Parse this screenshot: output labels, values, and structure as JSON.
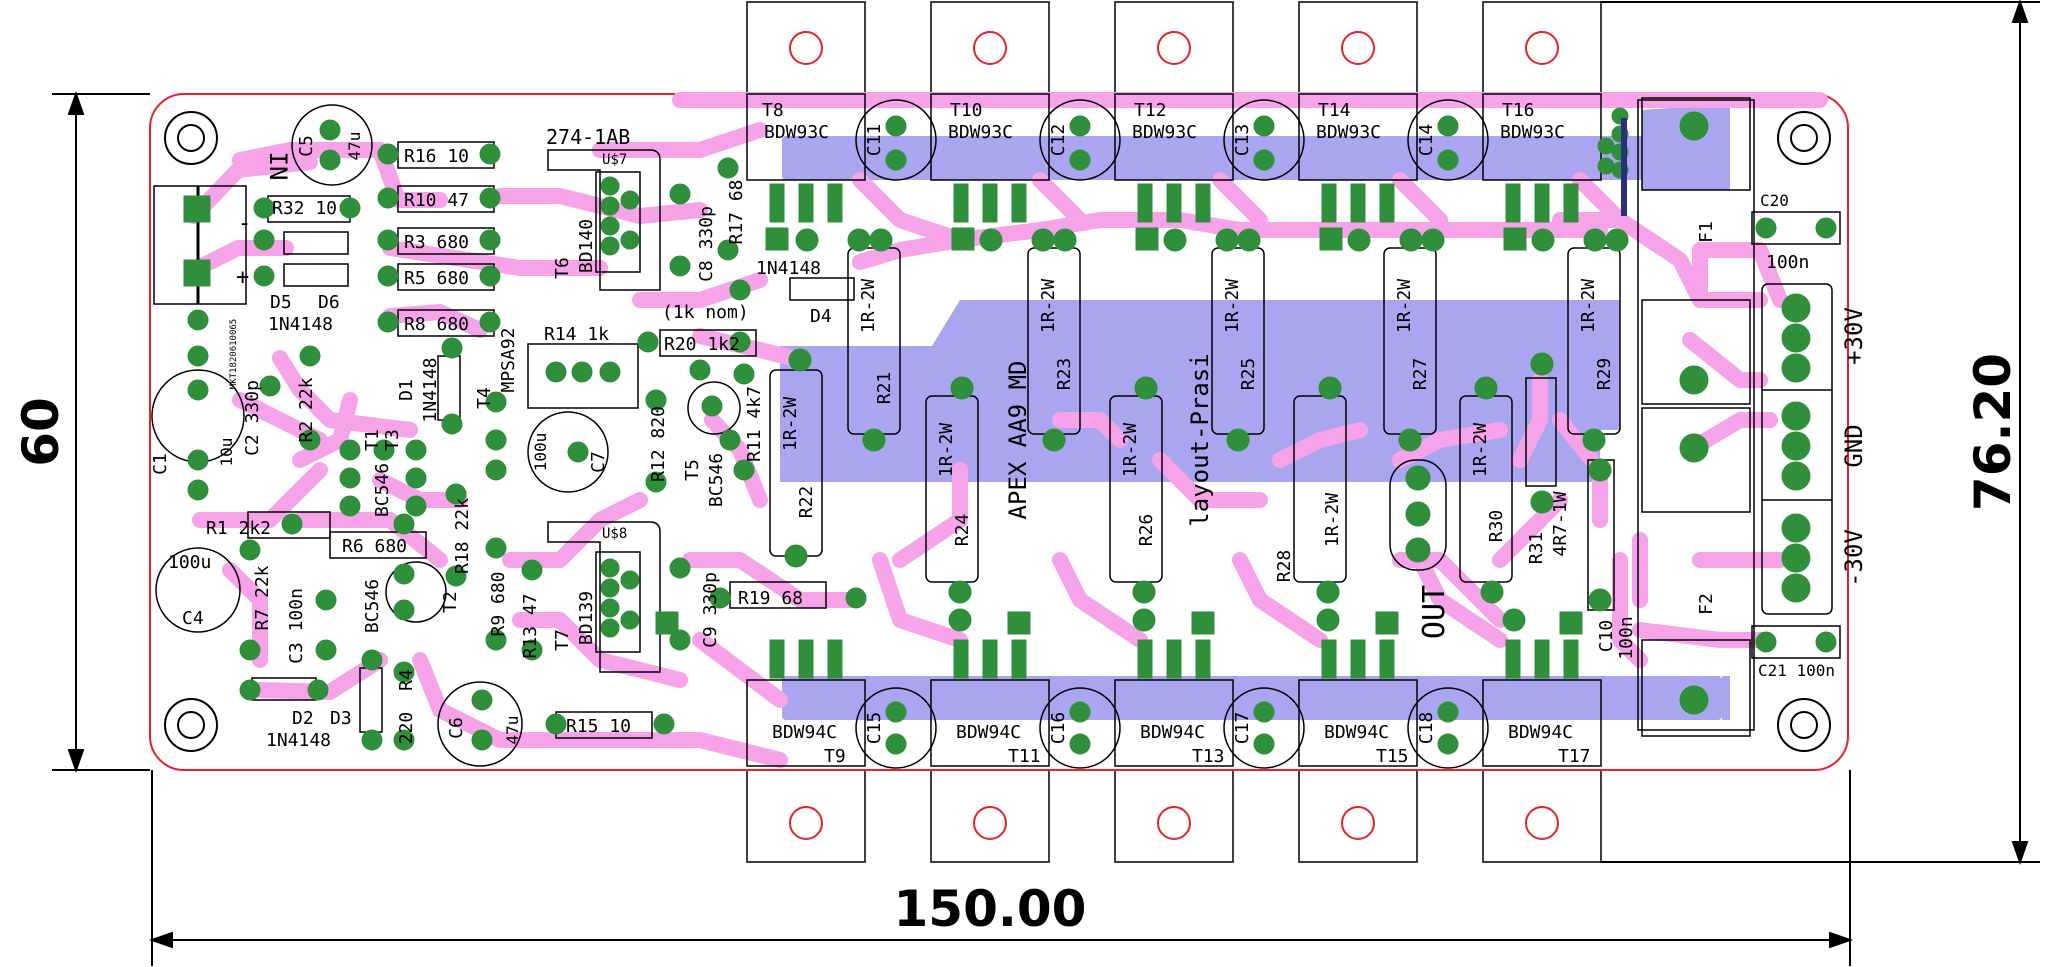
{
  "colors": {
    "board_outline": "#e8202a",
    "track": "#f7a3ea",
    "copper_fill": "#a9a6ef",
    "pad": "#2f8f3a",
    "pad_hole": "#b9b9b9",
    "silkscreen": "#000000",
    "dimension": "#000000"
  },
  "dimensions": {
    "width_label": "150.00",
    "height_left_label": "60",
    "height_right_label": "76.20"
  },
  "board": {
    "title": "APEX AA9 MD",
    "author": "layout-Prasi",
    "input_label": "IN",
    "input_minus": "-",
    "input_plus": "+",
    "output_label": "OUT",
    "supply_pos": "+30V",
    "supply_gnd": "GND",
    "supply_neg": "-30V",
    "fuse1": "F1",
    "fuse2": "F2",
    "c20": "C20",
    "c20_val": "100n",
    "c21": "C21 100n",
    "dc_block": "MKT1820610065"
  },
  "top_transistors": [
    {
      "ref": "T8",
      "part": "BDW93C"
    },
    {
      "ref": "T10",
      "part": "BDW93C"
    },
    {
      "ref": "T12",
      "part": "BDW93C"
    },
    {
      "ref": "T14",
      "part": "BDW93C"
    },
    {
      "ref": "T16",
      "part": "BDW93C"
    }
  ],
  "bottom_transistors": [
    {
      "ref": "T9",
      "part": "BDW94C"
    },
    {
      "ref": "T11",
      "part": "BDW94C"
    },
    {
      "ref": "T13",
      "part": "BDW94C"
    },
    {
      "ref": "T15",
      "part": "BDW94C"
    },
    {
      "ref": "T17",
      "part": "BDW94C"
    }
  ],
  "top_caps": [
    "C11",
    "C12",
    "C13",
    "C14"
  ],
  "bottom_caps": [
    "C15",
    "C16",
    "C17",
    "C18"
  ],
  "upper_resistors": [
    {
      "ref": "R21",
      "val": "1R-2W"
    },
    {
      "ref": "R23",
      "val": "1R-2W"
    },
    {
      "ref": "R25",
      "val": "1R-2W"
    },
    {
      "ref": "R27",
      "val": "1R-2W"
    },
    {
      "ref": "R29",
      "val": "1R-2W"
    }
  ],
  "lower_resistors": [
    {
      "ref": "R22",
      "val": "1R-2W"
    },
    {
      "ref": "R24",
      "val": "1R-2W"
    },
    {
      "ref": "R26",
      "val": "1R-2W"
    },
    {
      "ref": "R28",
      "val": "1R-2W"
    },
    {
      "ref": "R30",
      "val": "1R-2W"
    }
  ],
  "labels": {
    "c5": "C5",
    "c5_val": "47u",
    "r16": "R16 10",
    "r10": "R10 47",
    "r3": "R3 680",
    "r5": "R5 680",
    "r8": "R8 680",
    "r32": "R32 10",
    "d5": "D5",
    "d6": "D6",
    "d56_val": "1N4148",
    "c1": "C1",
    "c1_val": "10u",
    "c2": "C2 330p",
    "r2": "R2 22k",
    "d1": "D1",
    "d1_val": "1N4148",
    "t4": "T4",
    "t4_val": "MPSA92",
    "t1": "T1",
    "t3": "T3",
    "t13_val": "BC546",
    "r1": "R1 2k2",
    "r6": "R6 680",
    "c4": "C4",
    "c4_val": "100u",
    "r7": "R7 22k",
    "c3": "C3 100n",
    "bc546b": "BC546",
    "r18": "R18 22k",
    "t2": "T2",
    "r4": "R4",
    "r4_val": "220",
    "d2": "D2",
    "d3": "D3",
    "d23_val": "1N4148",
    "c6": "C6",
    "c6_val": "47u",
    "r9": "R9 680",
    "r13": "R13 47",
    "r15": "R15 10",
    "heatsink_top": "274-1AB",
    "u7": "U$7",
    "t6": "T6",
    "t6_val": "BD140",
    "u8": "U$8",
    "t7": "T7",
    "t7_val": "BD139",
    "r14": "R14 1k",
    "r14_nom": "(1k nom)",
    "r20": "R20 1k2",
    "c7": "C7",
    "c7_val": "100u",
    "r12": "R12 820",
    "t5": "T5",
    "t5_val": "BC546",
    "r11": "R11 4k7",
    "c8": "C8 330p",
    "r17": "R17 68",
    "d4": "D4",
    "d4_val": "1N4148",
    "c9": "C9 330p",
    "r19": "R19 68",
    "r31": "R31",
    "r31_val": "4R7-1W",
    "c10": "C10",
    "c10_val": "100n"
  }
}
